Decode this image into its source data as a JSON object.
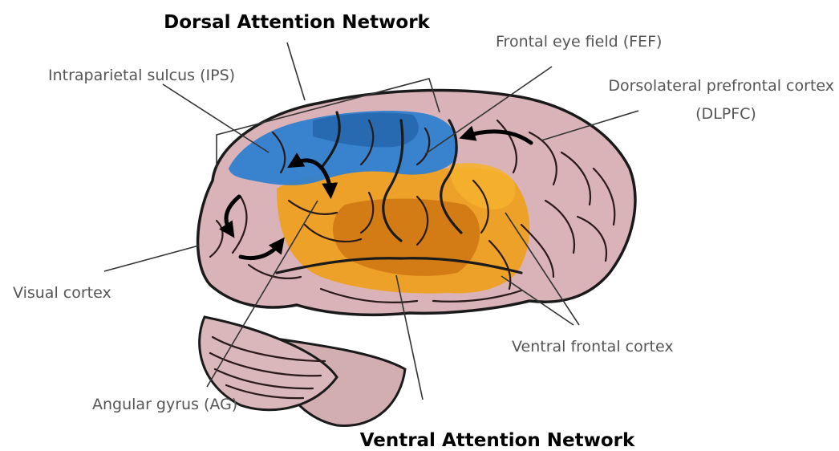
{
  "networks": {
    "dorsal": {
      "title": "Dorsal Attention Network",
      "color": "#2f7fcf"
    },
    "ventral": {
      "title": "Ventral Attention Network",
      "color": "#f0a01c"
    }
  },
  "labels": {
    "ips": "Intraparietal sulcus (IPS)",
    "fef": "Frontal eye field (FEF)",
    "dlpfc_line1": "Dorsolateral prefrontal cortex",
    "dlpfc_line2": "(DLPFC)",
    "visual": "Visual cortex",
    "vfc": "Ventral frontal cortex",
    "ag": "Angular gyrus (AG)"
  },
  "colors": {
    "brain": "#d9b3b7",
    "brain_outline": "#1a1a1a",
    "dorsal_region": "#2f7fcf",
    "ventral_region": "#f0a01c",
    "ventral_deep": "#c9700f"
  }
}
